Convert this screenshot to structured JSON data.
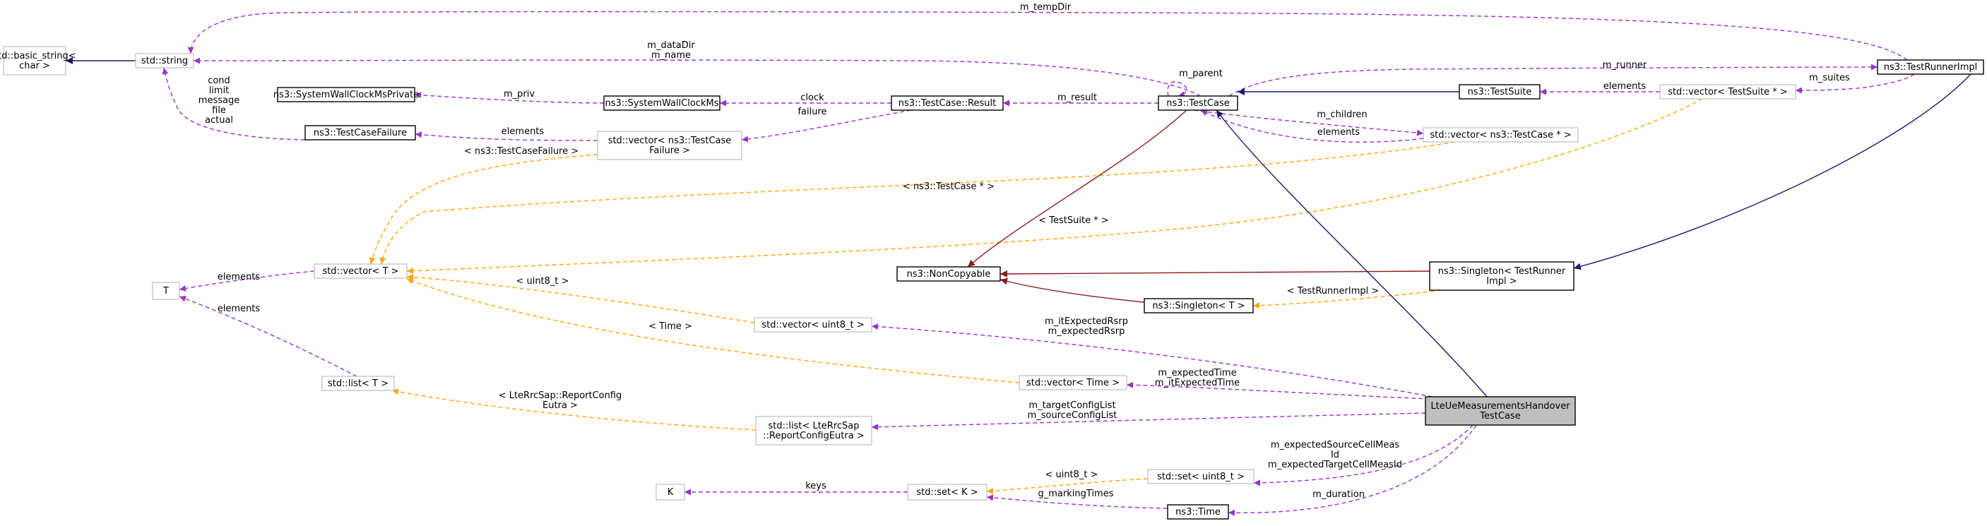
{
  "colors": {
    "usage": "#9a32cd",
    "template": "#ffa500",
    "public_inheritance": "#191970",
    "private_inheritance": "#8b1a1a"
  },
  "nodes": {
    "basic_string": [
      "std::basic_string<",
      "char >"
    ],
    "string": [
      "std::string"
    ],
    "system_wall_clock_ms_private": [
      "ns3::SystemWallClockMsPrivate"
    ],
    "test_case_failure": [
      "ns3::TestCaseFailure"
    ],
    "system_wall_clock_ms": [
      "ns3::SystemWallClockMs"
    ],
    "vector_test_case_failure": [
      "std::vector< ns3::TestCase",
      "Failure >"
    ],
    "test_case_result": [
      "ns3::TestCase::Result"
    ],
    "test_case": [
      "ns3::TestCase"
    ],
    "test_suite": [
      "ns3::TestSuite"
    ],
    "vector_test_suite": [
      "std::vector< TestSuite * >"
    ],
    "test_runner_impl": [
      "ns3::TestRunnerImpl"
    ],
    "vector_test_case": [
      "std::vector< ns3::TestCase * >"
    ],
    "t": [
      "T"
    ],
    "vector_t": [
      "std::vector< T >"
    ],
    "non_copyable": [
      "ns3::NonCopyable"
    ],
    "singleton_test_runner_impl": [
      "ns3::Singleton< TestRunner",
      "Impl >"
    ],
    "singleton_t": [
      "ns3::Singleton< T >"
    ],
    "vector_uint8": [
      "std::vector< uint8_t >"
    ],
    "list_t": [
      "std::list< T >"
    ],
    "vector_time": [
      "std::vector< Time >"
    ],
    "list_report_config": [
      "std::list< LteRrcSap",
      "::ReportConfigEutra >"
    ],
    "handover_test_case": [
      "LteUeMeasurementsHandover",
      "TestCase"
    ],
    "set_uint8": [
      "std::set< uint8_t >"
    ],
    "k": [
      "K"
    ],
    "set_k": [
      "std::set< K >"
    ],
    "time": [
      "ns3::Time"
    ]
  },
  "edge_labels": {
    "m_tempDir": [
      "m_tempDir"
    ],
    "m_dataDir_name": [
      "m_dataDir",
      "m_name"
    ],
    "failure_strings": [
      "cond",
      "limit",
      "message",
      "file",
      "actual"
    ],
    "m_parent": [
      "m_parent"
    ],
    "m_runner": [
      "m_runner"
    ],
    "m_suites": [
      "m_suites"
    ],
    "suite_elements": [
      "elements"
    ],
    "m_priv": [
      "m_priv"
    ],
    "clock": [
      "clock"
    ],
    "m_result": [
      "m_result"
    ],
    "failure_elements": [
      "elements"
    ],
    "failure": [
      "failure"
    ],
    "m_children": [
      "m_children"
    ],
    "children_elements": [
      "elements"
    ],
    "tmpl_test_case_failure": [
      "< ns3::TestCaseFailure >"
    ],
    "tmpl_test_case_ptr": [
      "< ns3::TestCase * >"
    ],
    "tmpl_test_suite_ptr": [
      "< TestSuite * >"
    ],
    "vector_t_elements": [
      "elements"
    ],
    "tmpl_uint8_vector": [
      "< uint8_t >"
    ],
    "tmpl_test_runner_impl": [
      "< TestRunnerImpl >"
    ],
    "list_t_elements": [
      "elements"
    ],
    "m_rsrp": [
      "m_itExpectedRsrp",
      "m_expectedRsrp"
    ],
    "tmpl_time": [
      "< Time >"
    ],
    "m_expected_time": [
      "m_expectedTime",
      "m_itExpectedTime"
    ],
    "tmpl_report_config": [
      "< LteRrcSap::ReportConfig",
      "Eutra >"
    ],
    "m_config_list": [
      "m_targetConfigList",
      "m_sourceConfigList"
    ],
    "m_cell_meas": [
      "m_expectedSourceCellMeas",
      "Id",
      "m_expectedTargetCellMeasId"
    ],
    "tmpl_uint8_set": [
      "< uint8_t >"
    ],
    "keys": [
      "keys"
    ],
    "g_marking_times": [
      "g_markingTimes"
    ],
    "m_duration": [
      "m_duration"
    ]
  }
}
